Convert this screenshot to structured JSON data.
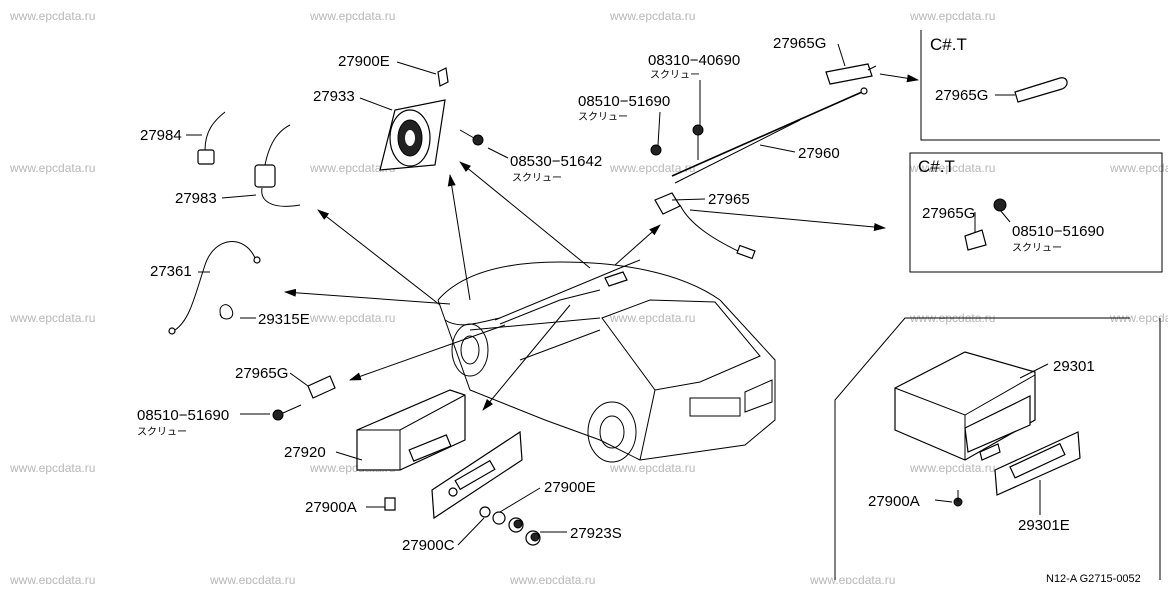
{
  "watermark": "www.epcdata.ru",
  "labels": {
    "p27900E_top": "27900E",
    "p27933": "27933",
    "p27984": "27984",
    "p27983": "27983",
    "p27361": "27361",
    "p29315E": "29315E",
    "p27965G_left": "27965G",
    "p08510_left": "08510−51690",
    "p08510_left_sub": "スクリュー",
    "p27920": "27920",
    "p27900A_left": "27900A",
    "p27900C": "27900C",
    "p27900E_bottom": "27900E",
    "p27923S": "27923S",
    "p08530": "08530−51642",
    "p08530_sub": "スクリュー",
    "p08310": "08310−40690",
    "p08310_sub": "スクリュー",
    "p08510_mid": "08510−51690",
    "p08510_mid_sub": "スクリュー",
    "p27960": "27960",
    "p27965": "27965",
    "p27965G_top": "27965G",
    "box1_title": "C#.T",
    "box1_part": "27965G",
    "box2_title": "C#.T",
    "box2_part1": "27965G",
    "box2_part2": "08510−51690",
    "box2_part2_sub": "スクリュー",
    "p29301": "29301",
    "p27900A_right": "27900A",
    "p29301E": "29301E",
    "ref_code": "N12-A G2715-0052"
  }
}
